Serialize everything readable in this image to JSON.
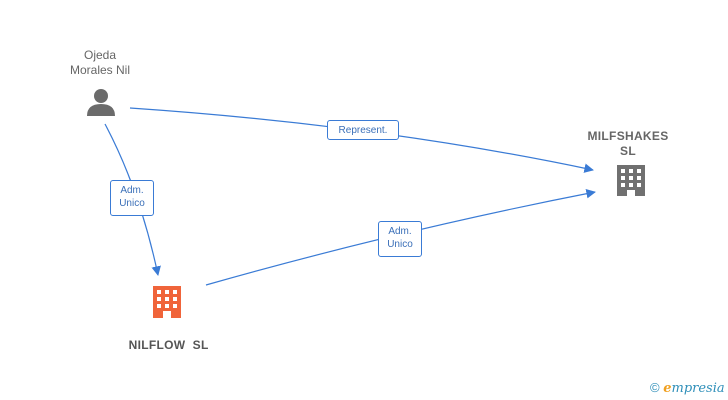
{
  "nodes": {
    "person": {
      "label_line1": "Ojeda",
      "label_line2": "Morales Nil"
    },
    "milfshakes": {
      "label_line1": "MILFSHAKES",
      "label_line2": "SL"
    },
    "nilflow": {
      "label": "NILFLOW  SL"
    }
  },
  "edges": {
    "person_to_milfshakes": {
      "label": "Represent."
    },
    "person_to_nilflow": {
      "label_line1": "Adm.",
      "label_line2": "Unico"
    },
    "nilflow_to_milfshakes": {
      "label_line1": "Adm.",
      "label_line2": "Unico"
    }
  },
  "brand": {
    "copyright": "©",
    "initial": "e",
    "rest": "mpresia"
  },
  "colors": {
    "edge": "#3a7bd5",
    "person_icon": "#6b6b6b",
    "company_icon": "#707070",
    "focus_company_icon": "#f0643a"
  },
  "icons": {
    "person": "person-icon",
    "company": "building-icon"
  }
}
